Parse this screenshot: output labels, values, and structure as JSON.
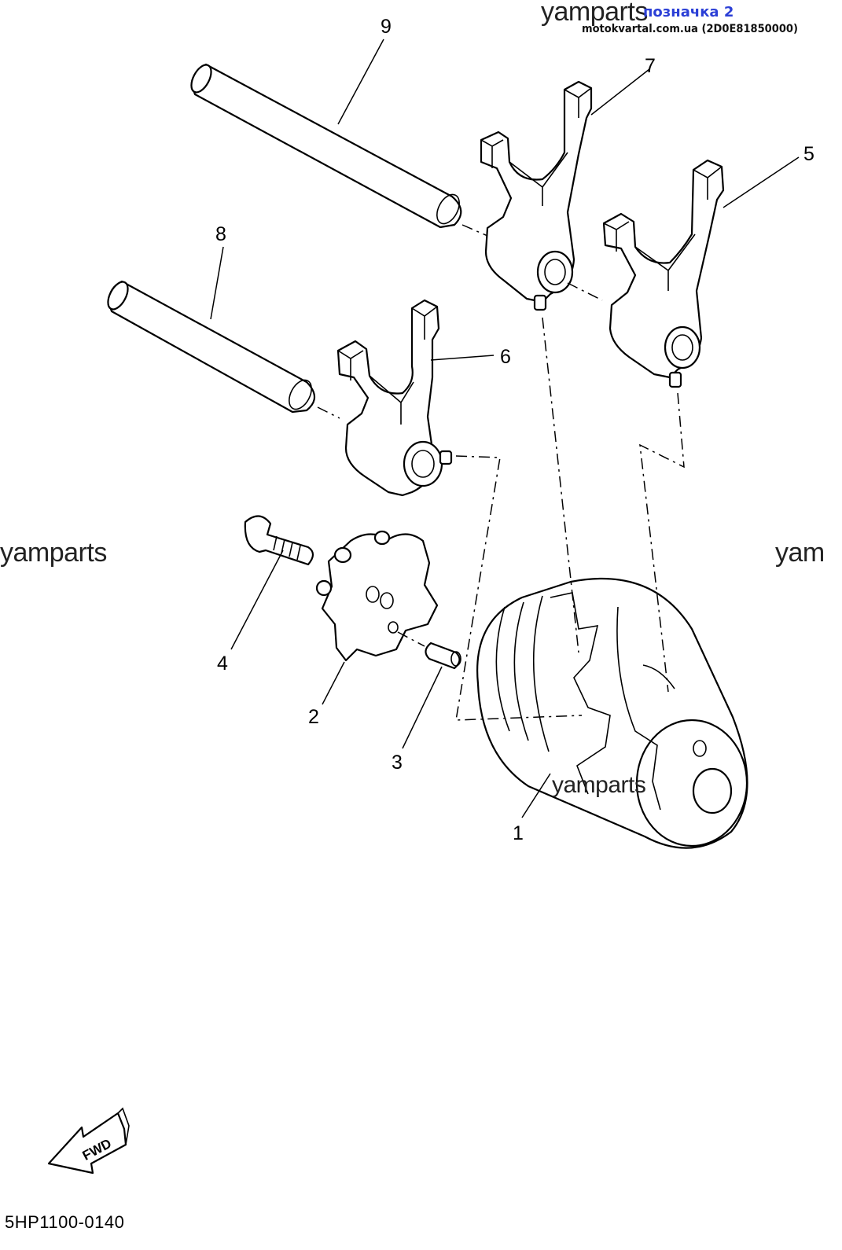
{
  "header": {
    "watermark_top": "yamparts",
    "label_blue": "позначка 2",
    "site_line": "motokvartal.com.ua (2D0E81850000)"
  },
  "watermarks": {
    "left": "yamparts",
    "right": "yam",
    "center": "yamparts"
  },
  "callouts": {
    "c1": "1",
    "c2": "2",
    "c3": "3",
    "c4": "4",
    "c5": "5",
    "c6": "6",
    "c7": "7",
    "c8": "8",
    "c9": "9"
  },
  "fwd_label": "FWD",
  "diagram_code": "5HP1100-0140"
}
